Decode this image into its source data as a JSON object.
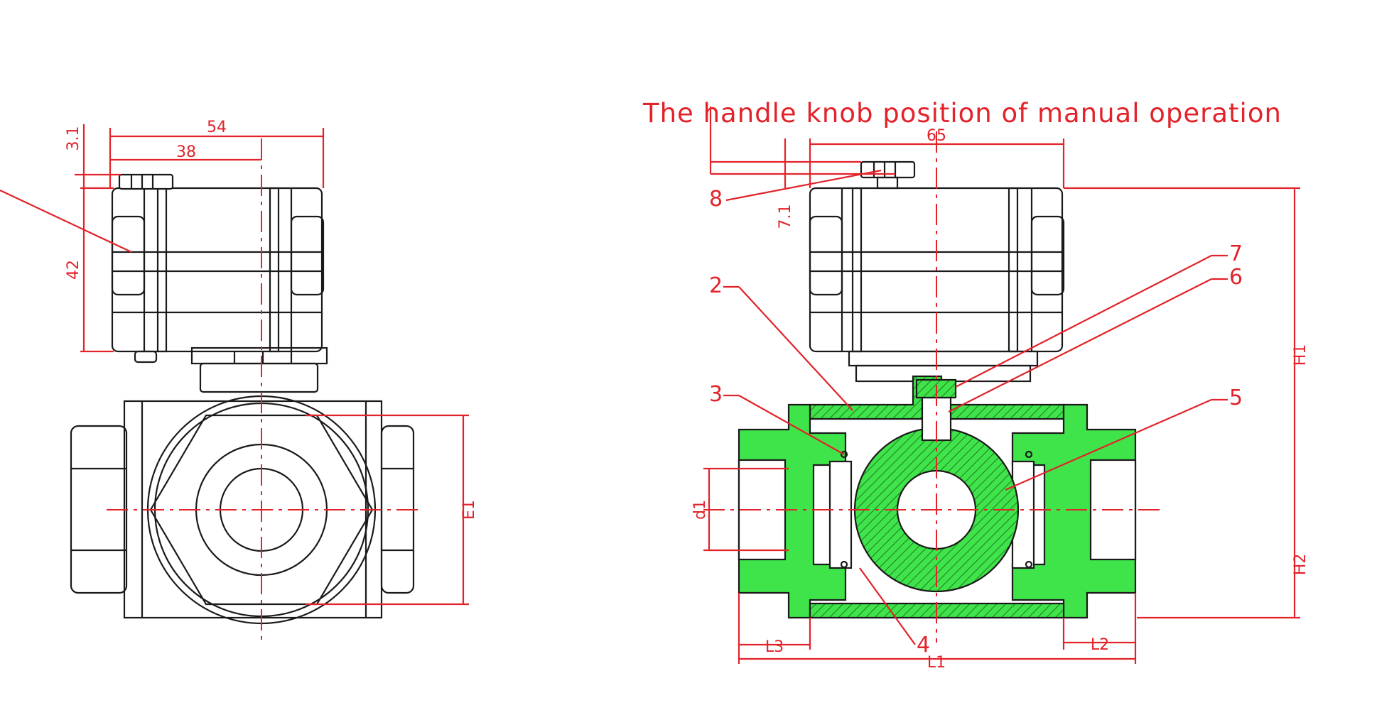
{
  "title": "The handle knob position of manual operation",
  "colors": {
    "line": "#1a1a1a",
    "annotation": "#e3222a",
    "section": "#3fe34a"
  },
  "left_view": {
    "dims": {
      "width_total": "54",
      "width_partial": "38",
      "height": "42",
      "knob": "3.1",
      "port": "E1"
    }
  },
  "right_view": {
    "dims": {
      "width": "65",
      "knob": "7.1",
      "h1": "H1",
      "h2": "H2",
      "d1": "d1",
      "l1": "L1",
      "l2": "L2",
      "l3": "L3"
    },
    "parts": [
      "2",
      "3",
      "4",
      "5",
      "6",
      "7",
      "8"
    ]
  }
}
